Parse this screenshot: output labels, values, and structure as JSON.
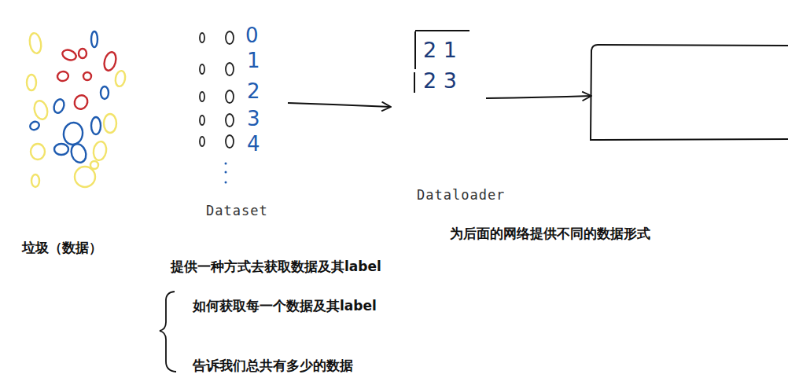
{
  "diagram": {
    "nodes": [
      {
        "text": [
          "2 1",
          "2 3"
        ]
      }
    ],
    "labels": [
      "垃圾（数据）",
      "Dataset",
      "0",
      "1",
      "2",
      "3",
      "4",
      "Dataloader",
      "为后面的网络提供不同的数据形式",
      "提供一种方式去获取数据及其label",
      "如何获取每一个数据及其label",
      "告诉我们总共有多少的数据"
    ]
  }
}
